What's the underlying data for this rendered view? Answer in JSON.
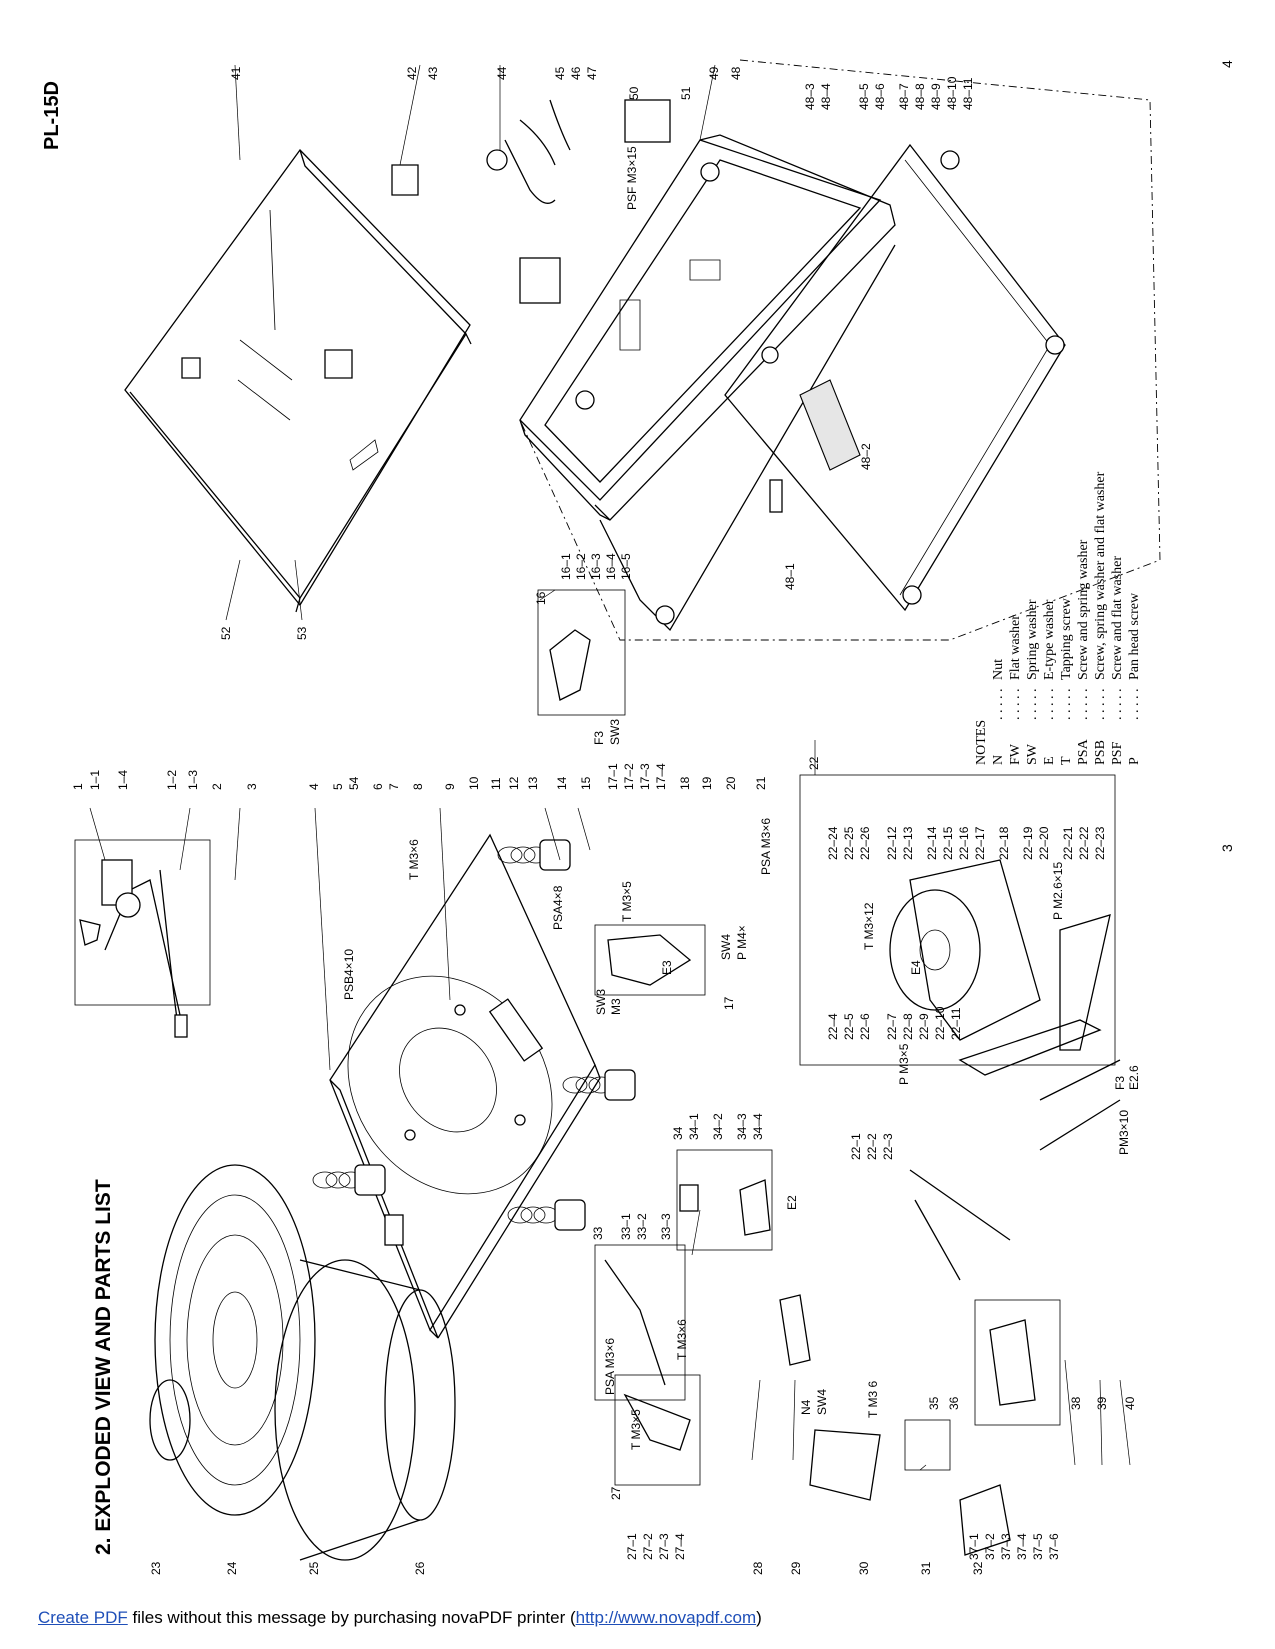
{
  "page": {
    "model": "PL-15D",
    "heading": "2. EXPLODED VIEW AND PARTS LIST",
    "page_number_right": "4",
    "page_number_left": "3"
  },
  "callouts": {
    "top_left_column": [
      "1",
      "1–1",
      "1–4",
      "1–2",
      "1–3",
      "2",
      "3",
      "4",
      "5",
      "54",
      "6",
      "7",
      "8",
      "9",
      "10",
      "11",
      "12",
      "13",
      "14",
      "15",
      "17–1",
      "17–2",
      "17–3",
      "17–4",
      "18",
      "19",
      "20",
      "21"
    ],
    "part_16": [
      "16",
      "16–1",
      "16–2",
      "16–3",
      "16–4",
      "16–5"
    ],
    "part_22": [
      "22",
      "22–24",
      "22–25",
      "22–26",
      "22–12",
      "22–13",
      "22–14",
      "22–15",
      "22–16",
      "22–17",
      "22–18",
      "22–19",
      "22–20",
      "22–21",
      "22–22",
      "22–23",
      "22–4",
      "22–5",
      "22–6",
      "22–7",
      "22–8",
      "22–9",
      "22–10",
      "22–11",
      "22–1",
      "22–2",
      "22–3"
    ],
    "part_34": [
      "34",
      "34–1",
      "34–2",
      "34–3",
      "34–4"
    ],
    "part_33": [
      "33",
      "33–1",
      "33–2",
      "33–3"
    ],
    "part_27": [
      "27",
      "27–1",
      "27–2",
      "27–3",
      "27–4"
    ],
    "part_37": [
      "37–1",
      "37–2",
      "37–3",
      "37–4",
      "37–5",
      "37–6"
    ],
    "bottom_row": [
      "23",
      "24",
      "25",
      "26",
      "28",
      "29",
      "30",
      "31",
      "32",
      "35",
      "36",
      "38",
      "39",
      "40"
    ],
    "cabinet": [
      "41",
      "42",
      "43",
      "44",
      "45",
      "46",
      "47",
      "48",
      "49",
      "50",
      "51",
      "52",
      "53"
    ],
    "part_48": [
      "48–1",
      "48–2",
      "48–3",
      "48–4",
      "48–5",
      "48–6",
      "48–7",
      "48–8",
      "48–9",
      "48–10",
      "48–11"
    ],
    "other": [
      "17"
    ]
  },
  "hardware_labels": [
    "T M3×6",
    "PSB4×10",
    "PSA4×8",
    "T M3×5",
    "E3",
    "SW3",
    "M3",
    "SW4",
    "P M4×",
    "PSA M3×6",
    "F3",
    "SW3",
    "T M3×12",
    "E4",
    "P M2.6×15",
    "P M3×5",
    "F3",
    "E2.6",
    "PM3×10",
    "E2",
    "T M3×6",
    "PSA M3×6",
    "T M3×5",
    "N4",
    "SW4",
    "T M3 6",
    "PSF M3×15"
  ],
  "notes": {
    "title": "NOTES",
    "items": [
      {
        "code": "N",
        "desc": "Nut"
      },
      {
        "code": "FW",
        "desc": "Flat washer"
      },
      {
        "code": "SW",
        "desc": "Spring washer"
      },
      {
        "code": "E",
        "desc": "E-type washer"
      },
      {
        "code": "T",
        "desc": "Tapping screw"
      },
      {
        "code": "PSA",
        "desc": "Screw and spring washer"
      },
      {
        "code": "PSB",
        "desc": "Screw, spring washer and flat washer"
      },
      {
        "code": "PSF",
        "desc": "Screw and flat washer"
      },
      {
        "code": "P",
        "desc": "Pan head screw"
      }
    ]
  },
  "footer": {
    "link1": "Create PDF",
    "middle": " files without this message by purchasing novaPDF printer (",
    "link2": "http://www.novapdf.com",
    "end": ")"
  }
}
